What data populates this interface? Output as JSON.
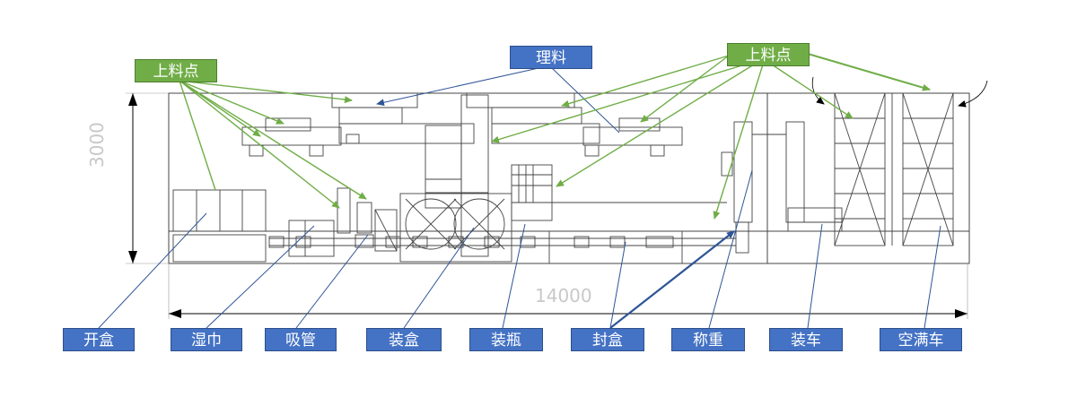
{
  "labels": {
    "feed_left": "上料点",
    "sorting": "理料",
    "feed_right": "上料点",
    "open_box": "开盒",
    "wet_towel": "湿巾",
    "straw": "吸管",
    "boxing": "装盒",
    "bottling": "装瓶",
    "sealing": "封盒",
    "weighing": "称重",
    "loading": "装车",
    "empty_full_cart": "空满车"
  },
  "dimensions": {
    "height": "3000",
    "length": "14000"
  },
  "colors": {
    "blue_label": "#4472c4",
    "green_label": "#70ad47",
    "blue_line": "#2f5597",
    "green_line": "#70ad47",
    "drawing_line": "#444444"
  }
}
